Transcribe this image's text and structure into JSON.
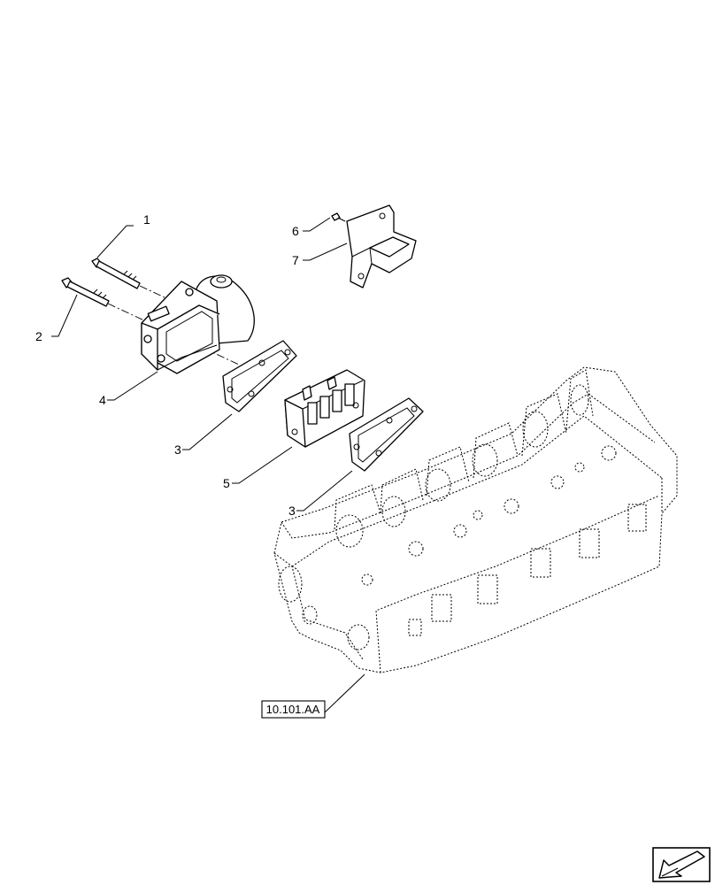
{
  "callouts": {
    "c1": "1",
    "c2": "2",
    "c3a": "3",
    "c3b": "3",
    "c4": "4",
    "c5": "5",
    "c6": "6",
    "c7": "7"
  },
  "reference": {
    "label": "10.101.AA"
  },
  "nav_icon": "next-page-arrow-icon"
}
